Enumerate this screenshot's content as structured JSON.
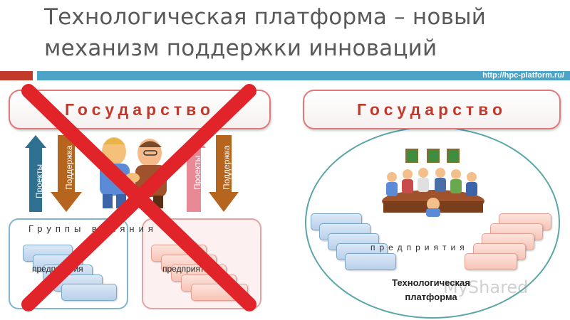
{
  "slide": {
    "title_line1": "Технологическая платформа – новый",
    "title_line2": "механизм поддержки инноваций",
    "url": "http://hpc-platform.ru/"
  },
  "left_panel": {
    "state_label": "Государство",
    "arrow_projects": "Проекты",
    "arrow_support": "Поддержка",
    "arrow_projects_2": "Проекты",
    "arrow_support_2": "Поддержка",
    "group_label": "Группы влияния",
    "enterprises_blue": "предприятия",
    "enterprises_pink": "предприятия",
    "crossed_out": true
  },
  "right_panel": {
    "state_label": "Государство",
    "enterprises_label": "предприятия",
    "platform_label": "Технологическая платформа"
  },
  "watermark": {
    "text": "MyShared"
  },
  "colors": {
    "accent_red": "#c0392b",
    "accent_blue": "#4ba3c8",
    "cross_red": "#e0242a",
    "arrow_blue": "#2f6f8f",
    "arrow_brown": "#b5651d",
    "arrow_pink": "#e88a96"
  }
}
